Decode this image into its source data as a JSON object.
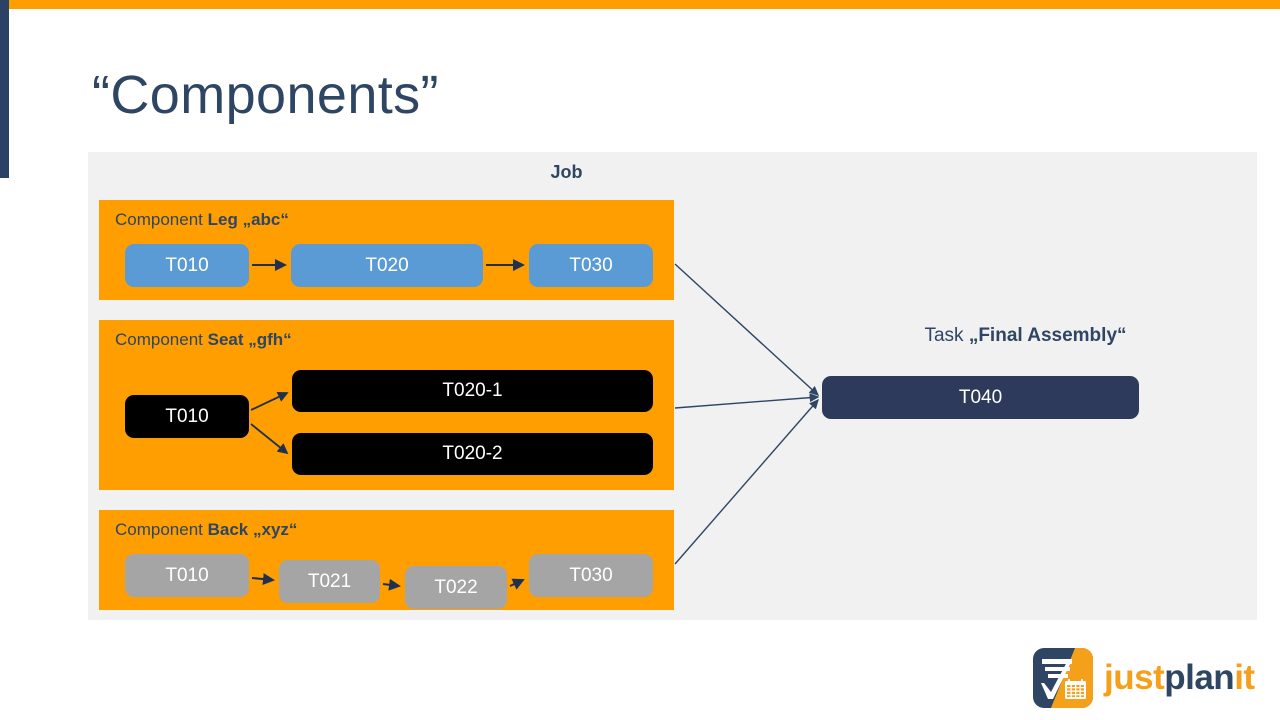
{
  "slide": {
    "title": "“Components”",
    "accent_orange": "#FF9E00",
    "accent_navy": "#2B4264",
    "panel_bg": "#F1F1F1"
  },
  "job": {
    "label": "Job",
    "components": [
      {
        "prefix": "Component ",
        "name": "Leg „abc“",
        "box_color": "#5B9BD5",
        "tasks": [
          {
            "id": "T010"
          },
          {
            "id": "T020"
          },
          {
            "id": "T030"
          }
        ]
      },
      {
        "prefix": "Component ",
        "name": "Seat „gfh“",
        "box_color": "#000000",
        "tasks": [
          {
            "id": "T010"
          },
          {
            "id": "T020-1"
          },
          {
            "id": "T020-2"
          }
        ]
      },
      {
        "prefix": "Component ",
        "name": "Back „xyz“",
        "box_color": "#A5A5A5",
        "tasks": [
          {
            "id": "T010"
          },
          {
            "id": "T021"
          },
          {
            "id": "T022"
          },
          {
            "id": "T030"
          }
        ]
      }
    ]
  },
  "assembly": {
    "prefix": "Task ",
    "name": "„Final Assembly“",
    "task_id": "T040",
    "box_color": "#2E3A5C"
  },
  "logo": {
    "word_1": "just",
    "word_2": "plan",
    "word_3": "it",
    "color_orange": "#F5A01B",
    "color_navy": "#2E4663"
  }
}
